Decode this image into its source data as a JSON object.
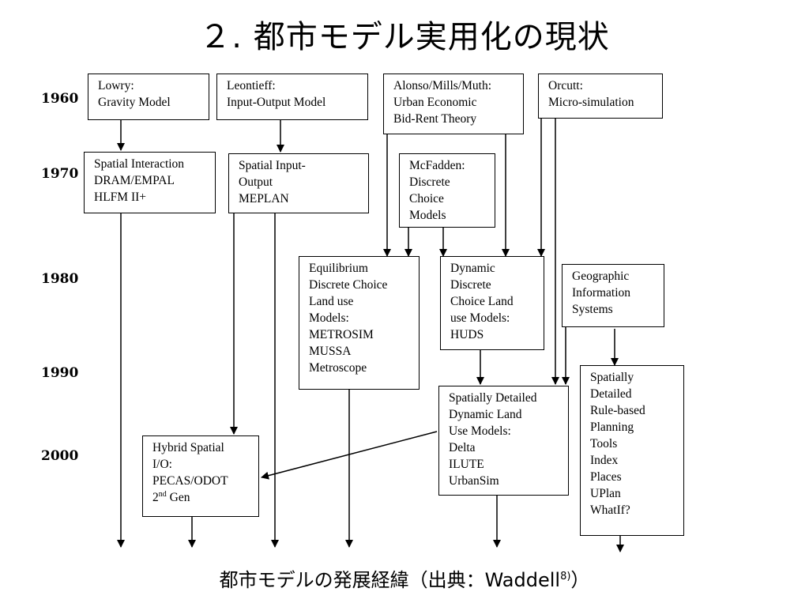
{
  "title": "２. 都市モデル実用化の現状",
  "years": [
    "1960",
    "1970",
    "1980",
    "1990",
    "2000"
  ],
  "boxes": {
    "lowry": [
      "Lowry:",
      "Gravity Model"
    ],
    "leontieff": [
      "Leontieff:",
      "Input-Output Model"
    ],
    "alonso": [
      "Alonso/Mills/Muth:",
      "Urban Economic",
      "Bid-Rent Theory"
    ],
    "orcutt": [
      "Orcutt:",
      "Micro-simulation"
    ],
    "spatial_interaction": [
      "Spatial Interaction",
      "DRAM/EMPAL",
      "HLFM II+"
    ],
    "spatial_io": [
      "Spatial Input-",
      "Output",
      "MEPLAN"
    ],
    "mcfadden": [
      "McFadden:",
      "Discrete",
      "Choice",
      "Models"
    ],
    "equilibrium": [
      "Equilibrium",
      "Discrete Choice",
      "Land use",
      "Models:",
      "METROSIM",
      "MUSSA",
      "Metroscope"
    ],
    "dynamic": [
      "Dynamic",
      "Discrete",
      "Choice Land",
      "use Models:",
      "HUDS"
    ],
    "gis": [
      "Geographic",
      "Information",
      "Systems"
    ],
    "spatially_detailed": [
      "Spatially Detailed",
      "Dynamic Land",
      "Use Models:",
      "Delta",
      "ILUTE",
      "UrbanSim"
    ],
    "rule_based": [
      "Spatially",
      "Detailed",
      "Rule-based",
      "Planning",
      "Tools",
      "Index",
      "Places",
      "UPlan",
      "WhatIf?"
    ],
    "hybrid": {
      "lines": [
        "Hybrid Spatial",
        "I/O:",
        "PECAS/ODOT"
      ],
      "gen_num": "2",
      "gen_sup": "nd",
      "gen_text": " Gen"
    }
  },
  "caption": {
    "text": "都市モデルの発展経緯（出典：Waddell",
    "sup": "8)",
    "close": "）"
  }
}
